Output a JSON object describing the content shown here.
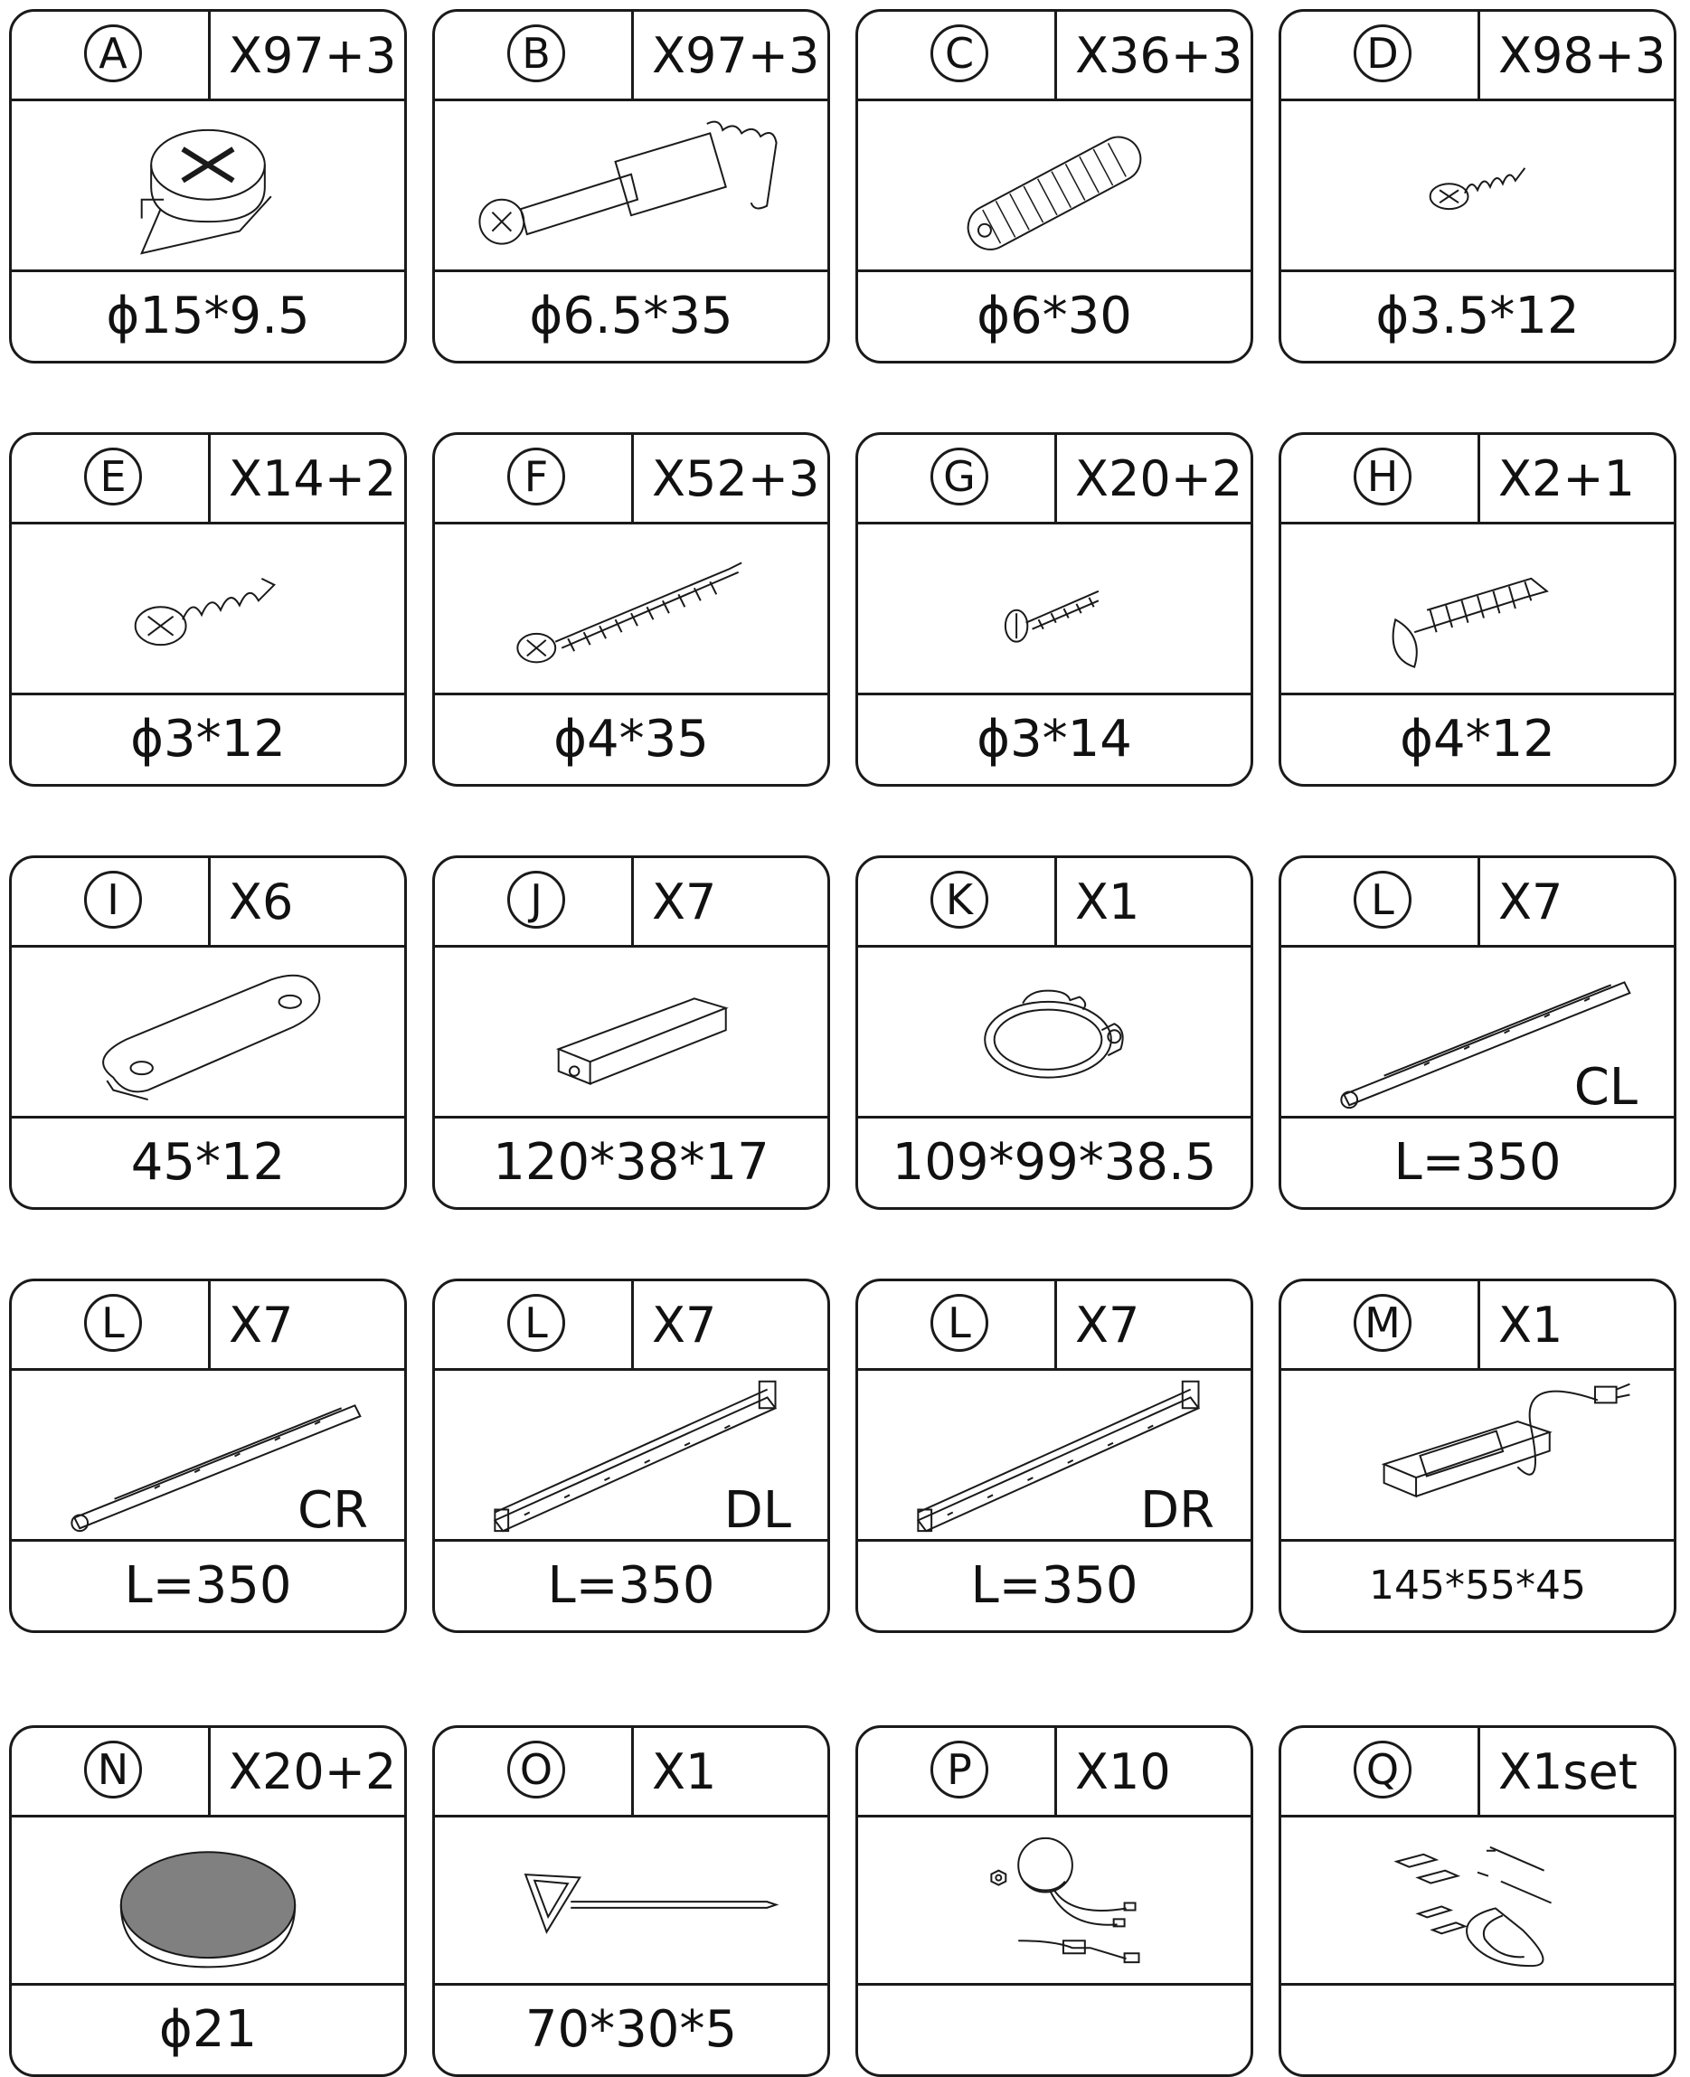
{
  "parts": [
    {
      "letter": "A",
      "qty": "X97+3",
      "dim": "ϕ15*9.5",
      "icon": "cam-lock-icon"
    },
    {
      "letter": "B",
      "qty": "X97+3",
      "dim": "ϕ6.5*35",
      "icon": "cam-bolt-icon"
    },
    {
      "letter": "C",
      "qty": "X36+3",
      "dim": "ϕ6*30",
      "icon": "wood-dowel-icon"
    },
    {
      "letter": "D",
      "qty": "X98+3",
      "dim": "ϕ3.5*12",
      "icon": "small-screw-icon"
    },
    {
      "letter": "E",
      "qty": "X14+2",
      "dim": "ϕ3*12",
      "icon": "screw-icon"
    },
    {
      "letter": "F",
      "qty": "X52+3",
      "dim": "ϕ4*35",
      "icon": "long-screw-icon"
    },
    {
      "letter": "G",
      "qty": "X20+2",
      "dim": "ϕ3*14",
      "icon": "washer-screw-icon"
    },
    {
      "letter": "H",
      "qty": "X2+1",
      "dim": "ϕ4*12",
      "icon": "truss-head-screw-icon"
    },
    {
      "letter": "I",
      "qty": "X6",
      "dim": "45*12",
      "icon": "connecting-plate-icon"
    },
    {
      "letter": "J",
      "qty": "X7",
      "dim": "120*38*17",
      "icon": "angle-bracket-icon"
    },
    {
      "letter": "K",
      "qty": "X1",
      "dim": "109*99*38.5",
      "icon": "ring-clamp-icon"
    },
    {
      "letter": "L",
      "qty": "X7",
      "dim": "L=350",
      "tag": "CL",
      "icon": "drawer-slide-icon"
    },
    {
      "letter": "L",
      "qty": "X7",
      "dim": "L=350",
      "tag": "CR",
      "icon": "drawer-slide-icon"
    },
    {
      "letter": "L",
      "qty": "X7",
      "dim": "L=350",
      "tag": "DL",
      "icon": "drawer-rail-icon"
    },
    {
      "letter": "L",
      "qty": "X7",
      "dim": "L=350",
      "tag": "DR",
      "icon": "drawer-rail-icon"
    },
    {
      "letter": "M",
      "qty": "X1",
      "dim": "145*55*45",
      "icon": "power-outlet-icon"
    },
    {
      "letter": "N",
      "qty": "X20+2",
      "dim": "ϕ21",
      "icon": "felt-pad-icon"
    },
    {
      "letter": "O",
      "qty": "X1",
      "dim": "70*30*5",
      "icon": "allen-key-icon"
    },
    {
      "letter": "P",
      "qty": "X10",
      "dim": "",
      "icon": "led-light-kit-icon"
    },
    {
      "letter": "Q",
      "qty": "X1set",
      "dim": "",
      "icon": "anti-tip-kit-icon"
    }
  ]
}
